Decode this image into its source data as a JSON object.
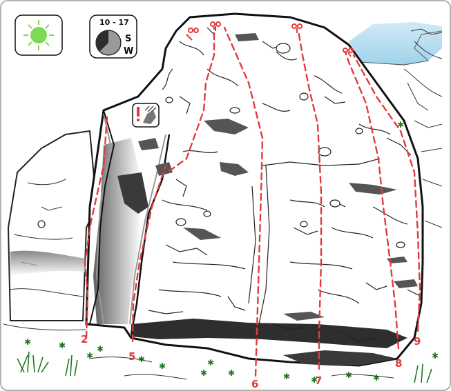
{
  "info_badges": {
    "sun_icon": "sun-icon",
    "sun_color": "#7ed957",
    "aspect_compass": {
      "hours": "10 - 17",
      "dir_south": "S",
      "dir_west": "W",
      "shade_color": "#2d2d2d",
      "sun_color": "#9a9a9a"
    },
    "hazard_icon": "loose-rock-warning-icon"
  },
  "route_color": "#e23b3b",
  "routes": [
    {
      "number": "2"
    },
    {
      "number": "5"
    },
    {
      "number": "6"
    },
    {
      "number": "7"
    },
    {
      "number": "8"
    },
    {
      "number": "9"
    }
  ],
  "vegetation_color": "#1f7a1f",
  "sky_color": "#b9e2f2"
}
